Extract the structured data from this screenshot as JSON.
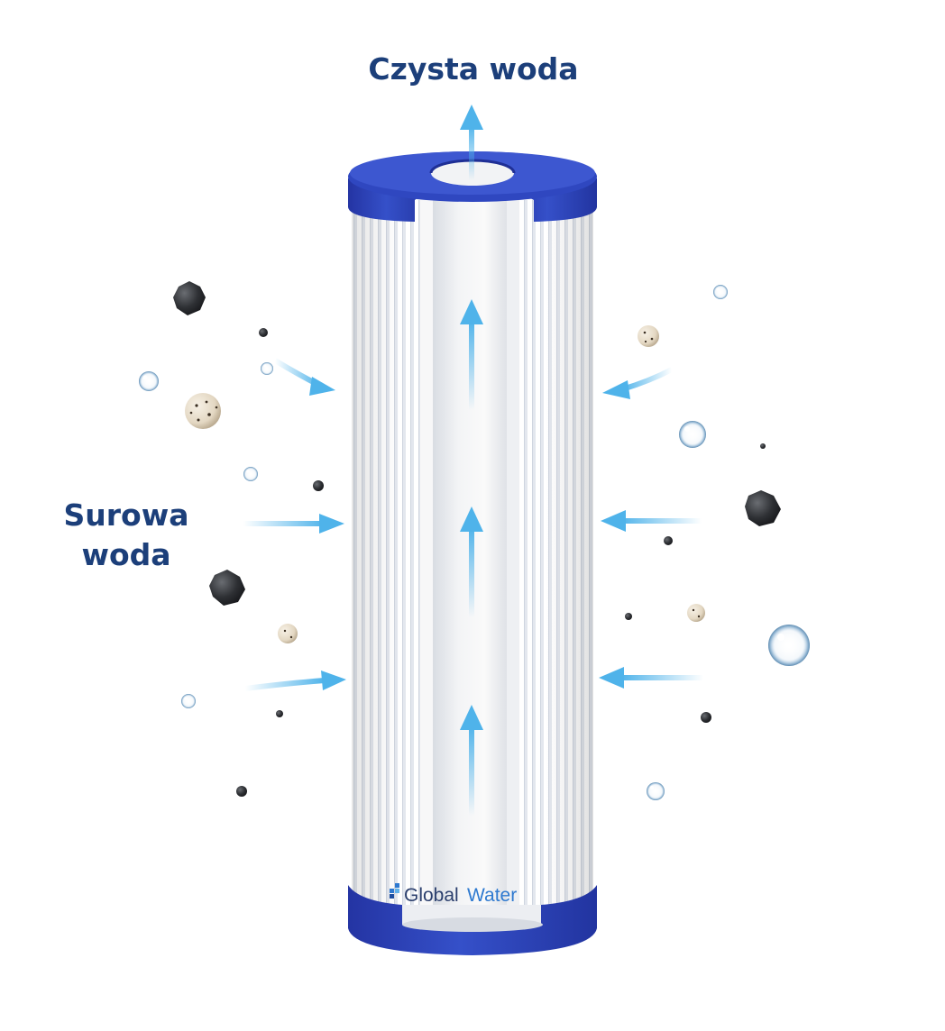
{
  "labels": {
    "clean_water": "Czysta woda",
    "raw_water_line1": "Surowa",
    "raw_water_line2": "woda"
  },
  "brand": {
    "name_part1": "Global",
    "name_part2": "Water"
  },
  "colors": {
    "label_text": "#1c3f7a",
    "cap_blue": "#2a3fb0",
    "arrow_blue": "#4fb3ea",
    "pleat_white": "#ffffff",
    "pleat_shadow": "#dfe3ea",
    "particle_dark": "#2d2f33",
    "particle_sand": "#e9dfcf"
  },
  "icons": {
    "flow_arrow": "arrow-icon",
    "particle_dark": "dark-particle-icon",
    "particle_sand": "sand-particle-icon",
    "bubble": "bubble-icon",
    "logo_mark": "droplet-squares-icon"
  }
}
